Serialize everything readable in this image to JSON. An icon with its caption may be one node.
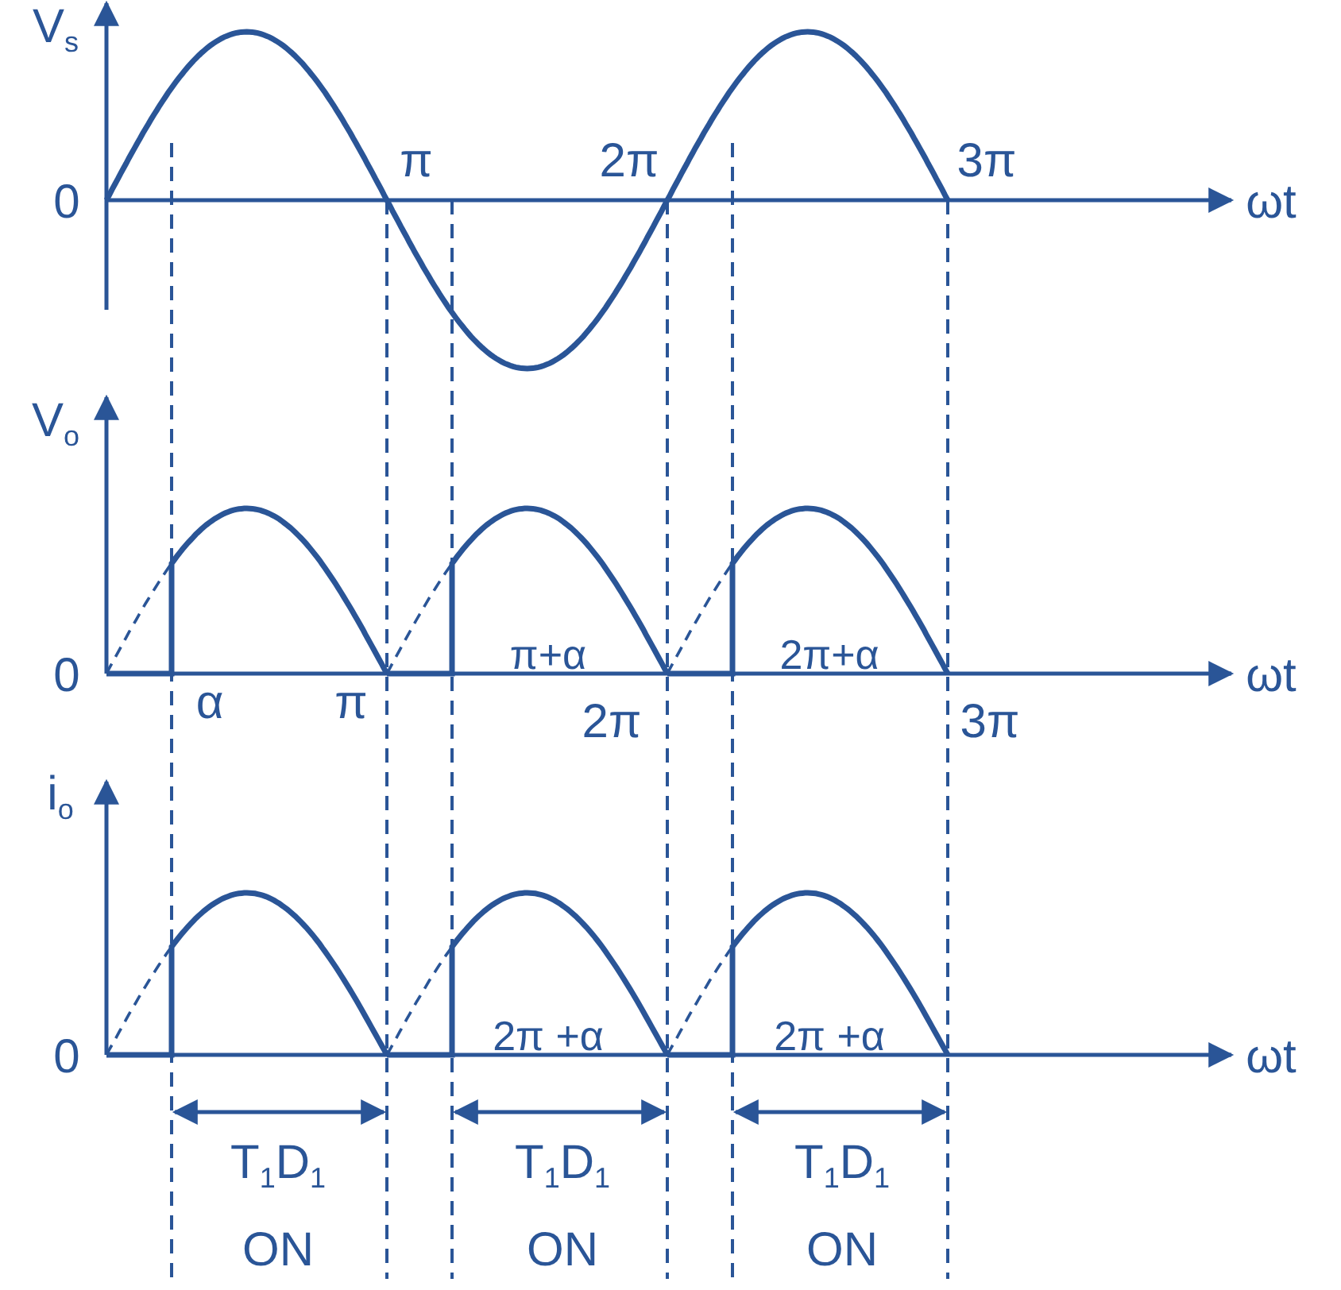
{
  "diagram": {
    "labels": [
      "V$_{s}$",
      "π",
      "2π",
      "3π",
      "0",
      "ωt",
      "V$_{o}$",
      "0",
      "α",
      "π",
      "π+α",
      "2π",
      "2π+α",
      "3π",
      "ωt",
      "i$_{o}$",
      "0",
      "2π +α",
      "2π +α",
      "ωt",
      "T$_{1}$D$_{1}$ ON",
      "T$_{1}$D$_{1}$ ON",
      "T$_{1}$D$_{1}$ ON"
    ]
  }
}
